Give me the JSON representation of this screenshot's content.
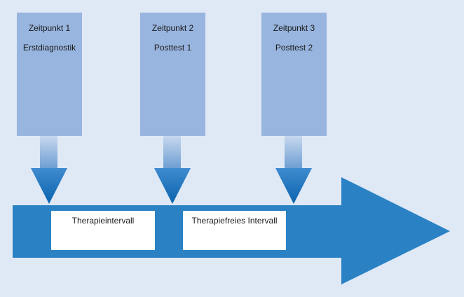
{
  "timepoints": [
    {
      "title": "Zeitpunkt 1",
      "subtitle": "Erstdiagnostik"
    },
    {
      "title": "Zeitpunkt 2",
      "subtitle": "Posttest 1"
    },
    {
      "title": "Zeitpunkt 3",
      "subtitle": "Posttest 2"
    }
  ],
  "intervals": [
    {
      "label": "Therapieintervall"
    },
    {
      "label": "Therapiefreies Intervall"
    }
  ],
  "colors": {
    "background": "#dfe8f5",
    "box_fill": "#98b5df",
    "timeline_fill": "#2a82c4",
    "arrow_shaft_top": "#c6d8ee",
    "arrow_head": "#0f6db6",
    "label_fill": "#ffffff"
  }
}
